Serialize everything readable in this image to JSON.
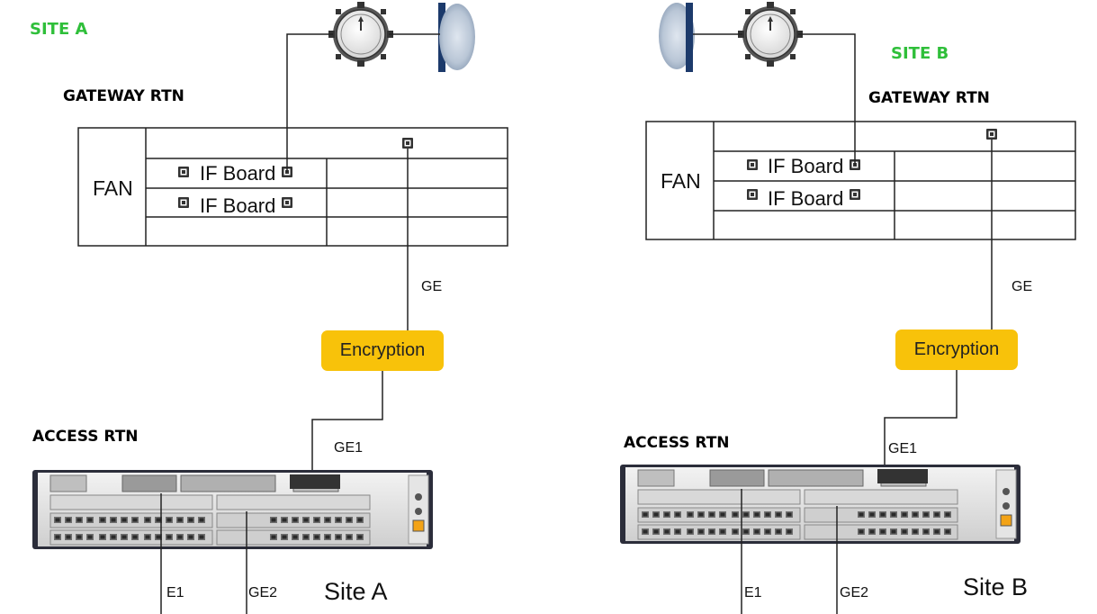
{
  "site_a": {
    "site_label": "SITE A",
    "gateway_title": "GATEWAY RTN",
    "fan_label": "FAN",
    "if_board_1": "IF Board",
    "if_board_2": "IF Board",
    "ge_label": "GE",
    "encryption_label": "Encryption",
    "access_title": "ACCESS RTN",
    "ge1_label": "GE1",
    "e1_label": "E1",
    "ge2_label": "GE2",
    "site_name": "Site A"
  },
  "site_b": {
    "site_label": "SITE B",
    "gateway_title": "GATEWAY RTN",
    "fan_label": "FAN",
    "if_board_1": "IF Board",
    "if_board_2": "IF Board",
    "ge_label": "GE",
    "encryption_label": "Encryption",
    "access_title": "ACCESS RTN",
    "ge1_label": "GE1",
    "e1_label": "E1",
    "ge2_label": "GE2",
    "site_name": "Site B"
  },
  "colors": {
    "site_label": "#2fbf3a",
    "encryption_fill": "#f8c20a",
    "rack_frame": "#2b2d3a",
    "dish_blue": "#1c3a6b"
  },
  "icons": [
    "odu-radio-icon",
    "antenna-dish-icon",
    "port-icon",
    "rtn-chassis-icon"
  ]
}
